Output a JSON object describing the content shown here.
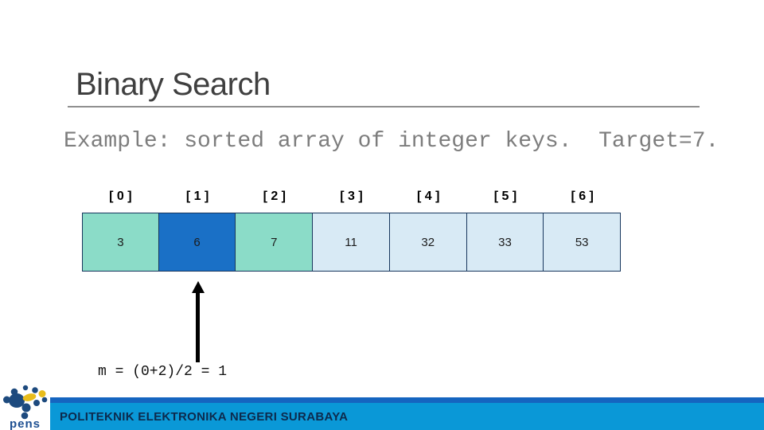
{
  "slide": {
    "title": "Binary Search",
    "subtitle": "Example: sorted array of integer keys.  Target=7.",
    "midpoint_annotation": "m = (0+2)/2 = 1"
  },
  "array": {
    "border_color": "#17365D",
    "value_color": "#1C1C1C",
    "cells": [
      {
        "index": "[ 0 ]",
        "value": "3",
        "bg": "#8BDCC8",
        "state": "active-range"
      },
      {
        "index": "[ 1 ]",
        "value": "6",
        "bg": "#1A70C6",
        "state": "midpoint"
      },
      {
        "index": "[ 2 ]",
        "value": "7",
        "bg": "#8BDCC8",
        "state": "active-range"
      },
      {
        "index": "[ 3 ]",
        "value": "11",
        "bg": "#D8EAF5",
        "state": "excluded"
      },
      {
        "index": "[ 4 ]",
        "value": "32",
        "bg": "#D8EAF5",
        "state": "excluded"
      },
      {
        "index": "[ 5 ]",
        "value": "33",
        "bg": "#D8EAF5",
        "state": "excluded"
      },
      {
        "index": "[ 6 ]",
        "value": "53",
        "bg": "#D8EAF5",
        "state": "excluded"
      }
    ],
    "pointer": {
      "target_index": 1,
      "color": "#000000"
    }
  },
  "footer": {
    "text": "POLITEKNIK ELEKTRONIKA NEGERI SURABAYA",
    "bar_color": "#0A98D7",
    "strip_color": "#1565C0",
    "text_color": "#0D2A4D",
    "logo": {
      "wordmark": "pens",
      "dot_color": "#1D4A7E",
      "accent_color": "#E8BC1B",
      "wordmark_color": "#1D4F91"
    }
  }
}
